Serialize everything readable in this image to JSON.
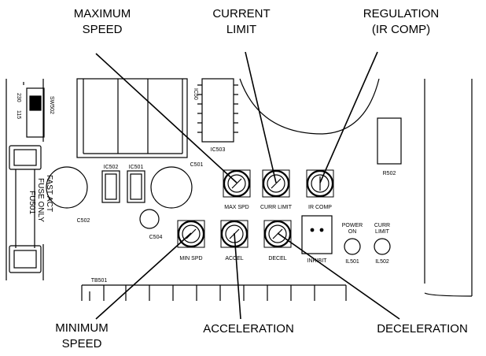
{
  "callouts": {
    "max_speed": [
      "MAXIMUM",
      "SPEED"
    ],
    "current_limit": [
      "CURRENT",
      "LIMIT"
    ],
    "regulation": [
      "REGULATION",
      "(IR COMP)"
    ],
    "min_speed": [
      "MINIMUM",
      "SPEED"
    ],
    "acceleration": "ACCELERATION",
    "deceleration": "DECELERATION"
  },
  "board_labels": {
    "max_spd": "MAX SPD",
    "curr_limit": "CURR LIMIT",
    "ir_comp": "IR COMP",
    "min_spd": "MIN SPD",
    "accel": "ACCEL",
    "decel": "DECEL",
    "inhibit": "INHIBIT",
    "power_on": [
      "POWER",
      "ON"
    ],
    "il501": "IL501",
    "curr_limit_led": [
      "CURR",
      "LIMIT"
    ],
    "il502": "IL502",
    "r502": "R502",
    "ic502": "IC502",
    "ic501": "IC501",
    "ic503": "IC503",
    "ic502_top": "IC50",
    "c501": "C501",
    "c502": "C502",
    "c504": "C504",
    "tb501": "TB501",
    "sw502": "SW502",
    "switch_115": "115",
    "switch_230": "230",
    "fuse_fast": "FAST ACT",
    "fuse_only": "FUSE ONLY",
    "fu501": "FU501"
  },
  "colors": {
    "ink": "#000000",
    "background": "#ffffff"
  }
}
